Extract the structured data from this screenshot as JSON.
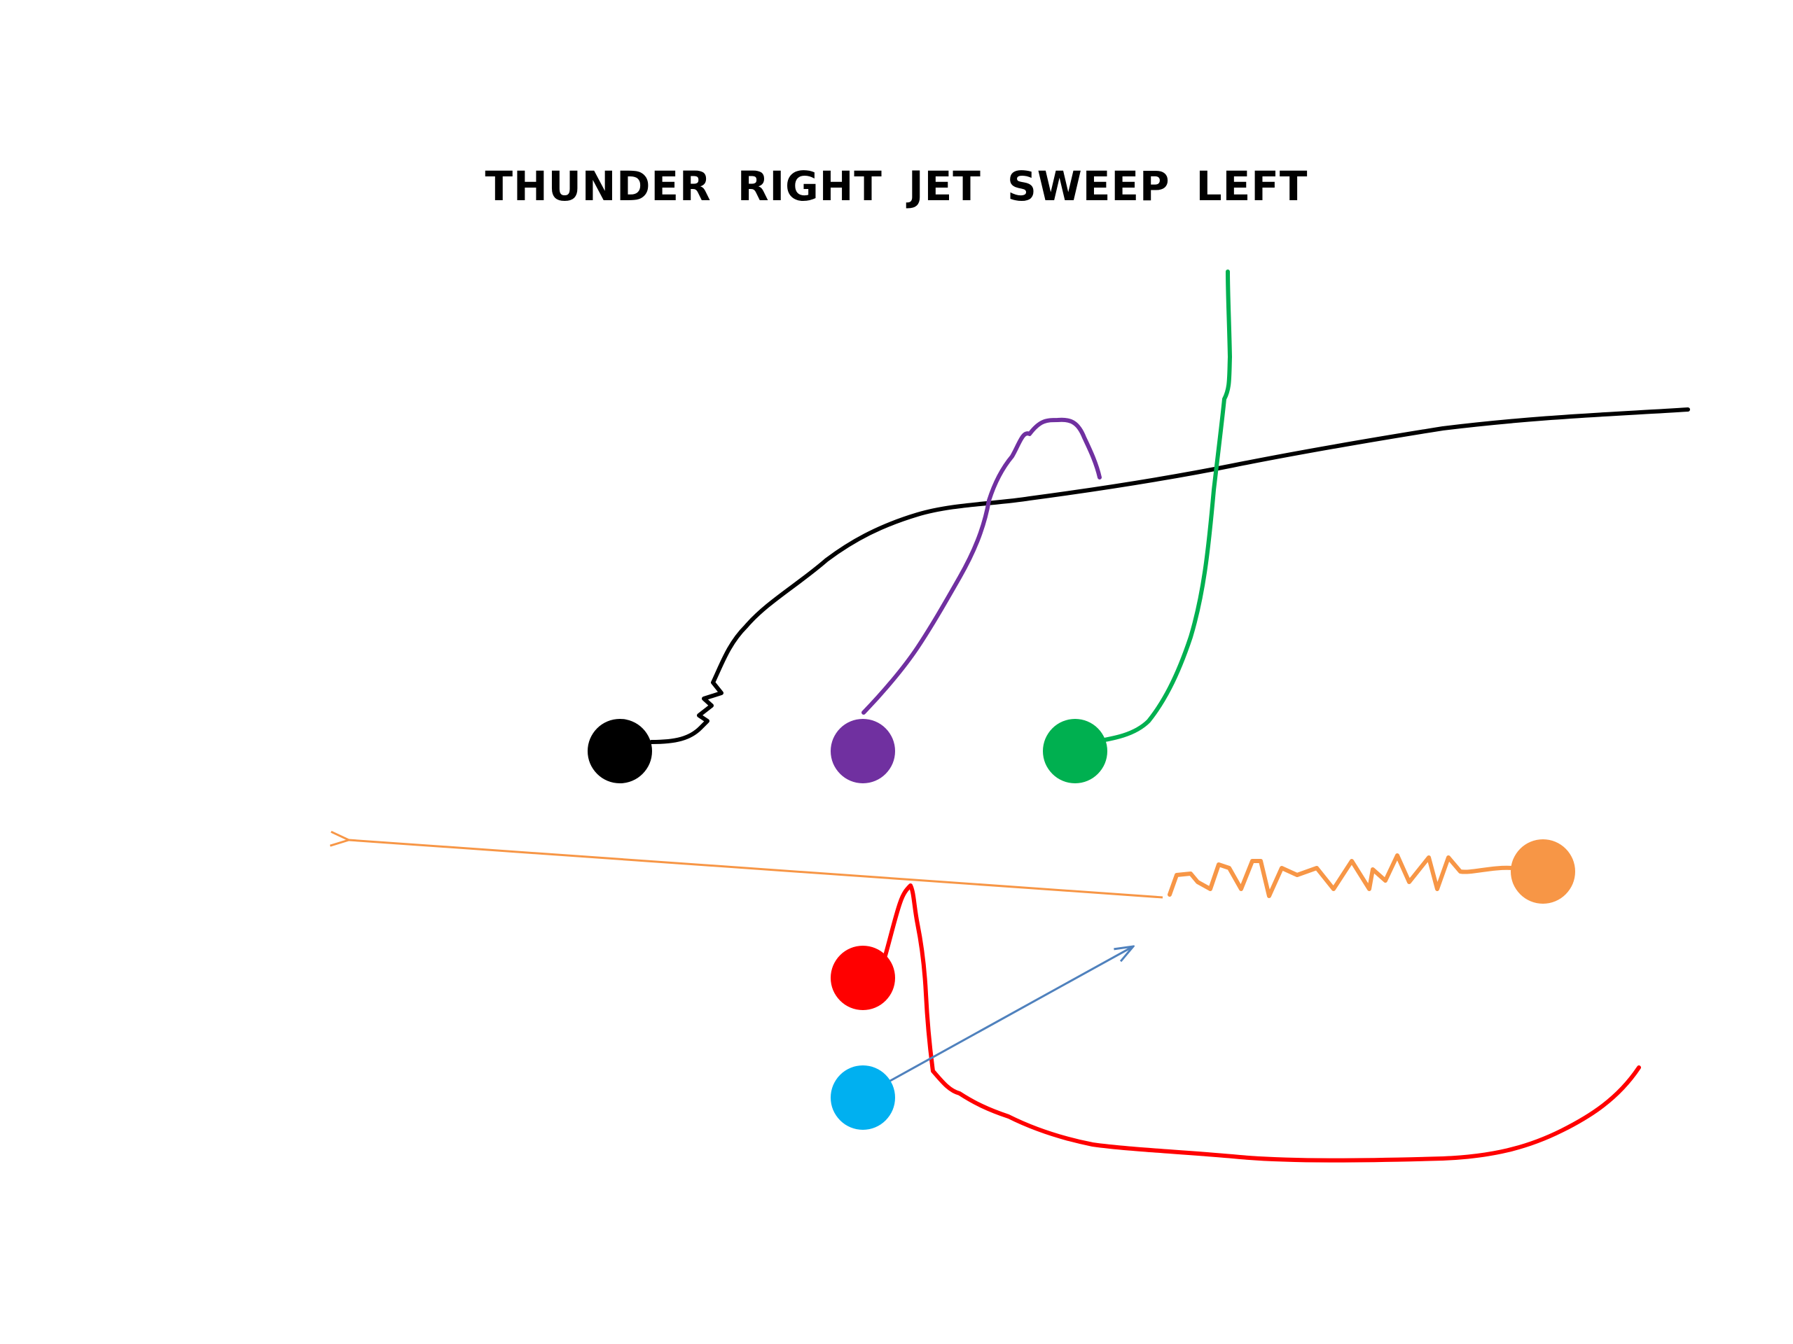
{
  "title": "THUNDER  RIGHT  JET  SWEEP  LEFT",
  "players": [
    {
      "id": "black",
      "color": "#000000"
    },
    {
      "id": "purple",
      "color": "#7030A0"
    },
    {
      "id": "green",
      "color": "#00B050"
    },
    {
      "id": "orange",
      "color": "#F79646"
    },
    {
      "id": "red",
      "color": "#FF0000"
    },
    {
      "id": "blue",
      "color": "#00B0F0"
    }
  ],
  "routes": [
    {
      "player": "black",
      "style": "freehand",
      "color": "#000000"
    },
    {
      "player": "purple",
      "style": "freehand",
      "color": "#7030A0"
    },
    {
      "player": "green",
      "style": "freehand",
      "color": "#00B050"
    },
    {
      "player": "orange",
      "style": "zigzag-motion",
      "color": "#F79646"
    },
    {
      "player": "orange",
      "style": "arrow",
      "color": "#F79646"
    },
    {
      "player": "red",
      "style": "freehand",
      "color": "#FF0000"
    },
    {
      "player": "blue",
      "style": "arrow",
      "color": "#4F81BD"
    }
  ]
}
